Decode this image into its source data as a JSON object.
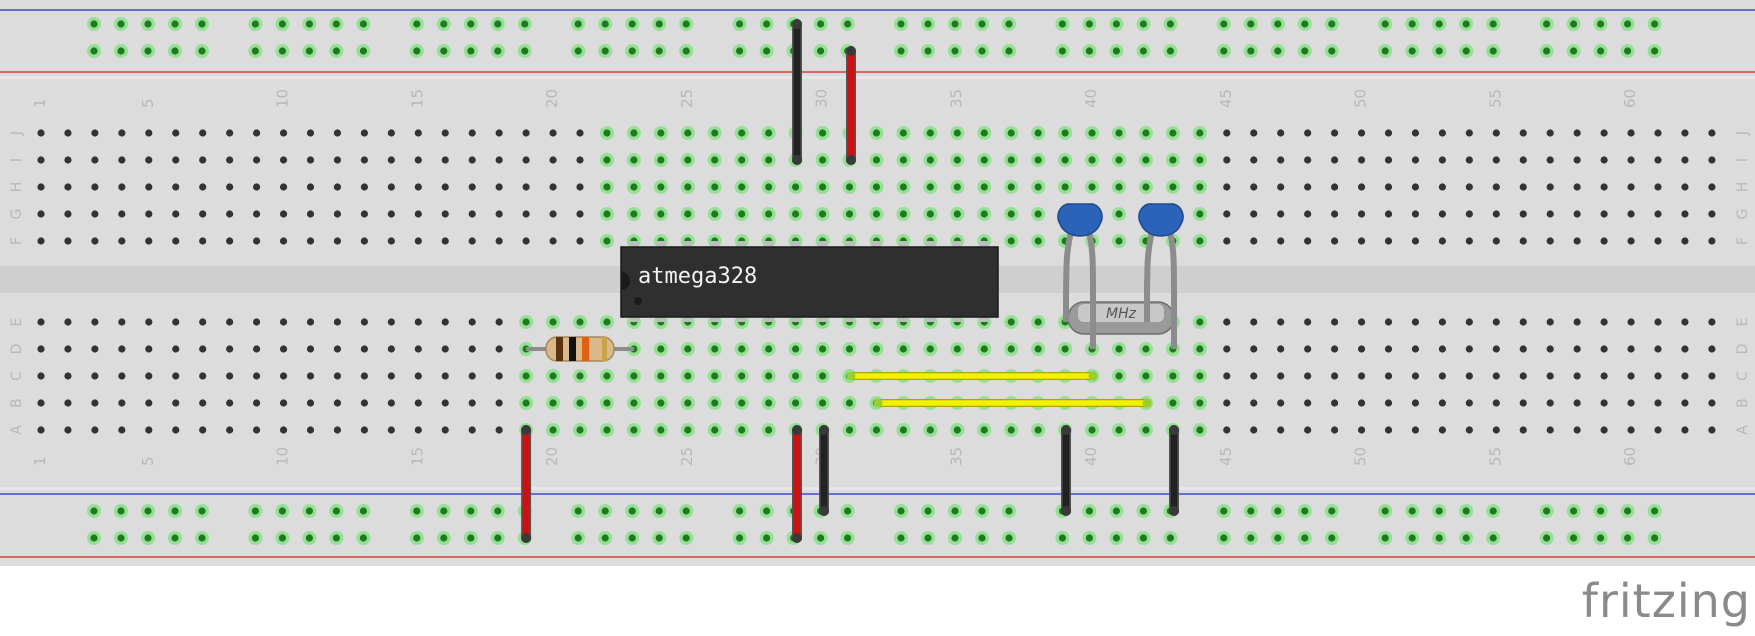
{
  "app": {
    "brand": "fritzing"
  },
  "breadboard": {
    "columns": 63,
    "column_labels": [
      "1",
      "5",
      "10",
      "15",
      "20",
      "25",
      "30",
      "35",
      "40",
      "45",
      "50",
      "55",
      "60"
    ],
    "row_labels_top": [
      "J",
      "I",
      "H",
      "G",
      "F"
    ],
    "row_labels_bottom": [
      "E",
      "D",
      "C",
      "B",
      "A"
    ],
    "colors": {
      "board": "#dcdcdc",
      "channel": "#cfcfcf",
      "hole": "#333333",
      "hole_connected": "#1f7a1f",
      "glow": "#8ee08e",
      "rail_red": "#d42020",
      "rail_blue": "#2030d0",
      "label": "#b8b8b8"
    }
  },
  "chip": {
    "label": "atmega328",
    "pins_per_side": 14
  },
  "crystal": {
    "label": "MHz"
  },
  "capacitors": [
    {
      "name": "capacitor-1",
      "color": "#2b63b8"
    },
    {
      "name": "capacitor-2",
      "color": "#2b63b8"
    }
  ],
  "resistor": {
    "bands": [
      "#5a3310",
      "#111111",
      "#e06010"
    ]
  },
  "wires": [
    {
      "name": "wire-gnd-top",
      "color": "#222222"
    },
    {
      "name": "wire-vcc-top",
      "color": "#cc1111"
    },
    {
      "name": "wire-vcc-resistor",
      "color": "#cc1111"
    },
    {
      "name": "wire-vcc-chip",
      "color": "#cc1111"
    },
    {
      "name": "wire-gnd-chip",
      "color": "#222222"
    },
    {
      "name": "wire-gnd-cap-1",
      "color": "#222222"
    },
    {
      "name": "wire-gnd-cap-2",
      "color": "#222222"
    },
    {
      "name": "wire-xtal-1",
      "color": "#f2f200"
    },
    {
      "name": "wire-xtal-2",
      "color": "#f2f200"
    }
  ]
}
